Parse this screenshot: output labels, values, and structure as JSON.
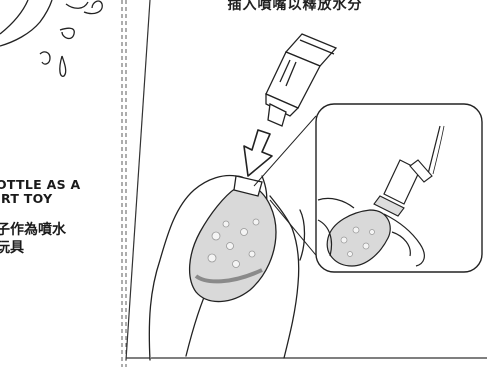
{
  "instruction_caption": "插入噴嘴以釋放水分",
  "side_heading": {
    "english_line1": "OTTLE AS A",
    "english_line2": "IRT TOY",
    "chinese_line1": "子作為噴水",
    "chinese_line2": "玩具"
  },
  "icons": [
    "water-splash-icon",
    "nozzle-icon",
    "down-arrow-icon",
    "hand-icon",
    "bottle-icon",
    "magnifier-icon"
  ]
}
